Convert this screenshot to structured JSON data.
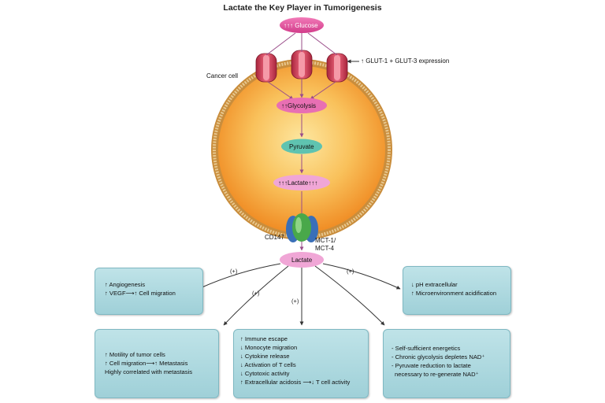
{
  "title": "Lactate the Key Player in Tumorigenesis",
  "labels": {
    "glucose": "↑↑↑ Glucose",
    "glut": "↑ GLUT-1 + GLUT-3 expression",
    "cancer_cell": "Cancer cell",
    "glycolysis": "↑↑Glycolysis",
    "pyruvate": "Pyruvate",
    "lactate_in": "↑↑↑Lactate↑↑↑",
    "cd147": "CD147",
    "mct_line1": "MCT-1/",
    "mct_line2": "MCT-4",
    "lactate_out": "Lactate"
  },
  "plus_signs": [
    "(+)",
    "(+)",
    "(+)",
    "(+)"
  ],
  "boxes": {
    "angiogenesis": [
      "↑ Angiogenesis",
      "↑  VEGF⟶↑ Cell migration"
    ],
    "ph": [
      "↓  pH extracellular",
      "↑  Microenvironment acidification"
    ],
    "motility": [
      "↑ Motility of tumor cells",
      "↑ Cell migration⟶↑ Metastasis",
      "Highly correlated with metastasis"
    ],
    "immune": [
      "↑ Immune escape",
      "↓ Monocyte migration",
      "↓ Cytokine release",
      "↓ Activation of T cells",
      "↓ Cytotoxic activity",
      "↑ Extracellular acidosis ⟶↓ T cell activity"
    ],
    "energetics": [
      "- Self-sufficient energetics",
      "- Chronic glycolysis depletes NAD⁺",
      "- Pyruvate reduction to lactate",
      "  necessary to re-generate NAD⁺"
    ]
  },
  "colors": {
    "pink_node": "#e0549c",
    "glycolysis_node": "#e86fb3",
    "pyruvate_node": "#5fc3b0",
    "lactate_node": "#f0a6d6",
    "cell_membrane": "#d2a15a",
    "cell_fill": "#f6a23a",
    "transporter": "#d8485e",
    "mct_green": "#49a84a",
    "mct_blue": "#3a6fb8",
    "box_fill": "#aedbe1"
  }
}
